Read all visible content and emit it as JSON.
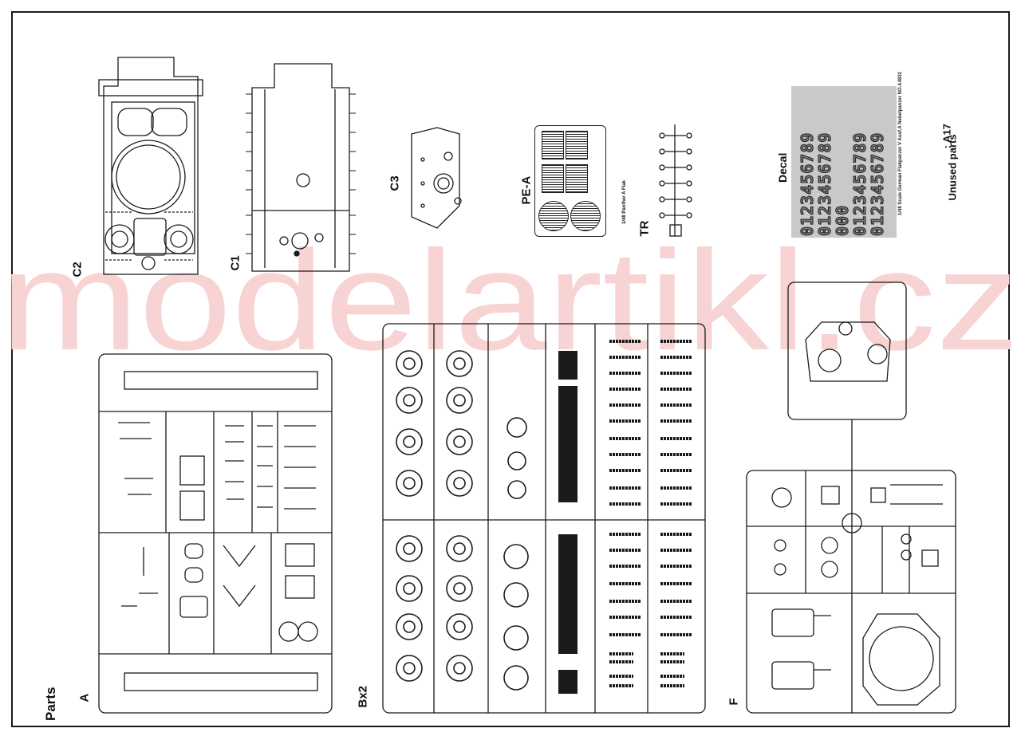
{
  "labels": {
    "parts": "Parts",
    "sprue_a": "A",
    "sprue_b": "Bx2",
    "sprue_f": "F",
    "sprue_c1": "C1",
    "sprue_c2": "C2",
    "sprue_c3": "C3",
    "pe_a": "PE-A",
    "tr": "TR",
    "decal": "Decal",
    "unused_marker": ": A17",
    "unused_parts": "Unused parts"
  },
  "watermark": "modelartikl.cz",
  "decal_rows": [
    "0123456789",
    "0123456789",
    "000",
    "0123456789",
    "0123456789"
  ],
  "decal_caption": "1/48 Scale German Flakpanzer V Ausf.A Nebelpanzer NO.A4832",
  "pe_caption": "1/48 Panther A Flak",
  "colors": {
    "line": "#1a1a1a",
    "watermark": "#f7d3d3",
    "decal_bg": "#c9c9c9"
  }
}
